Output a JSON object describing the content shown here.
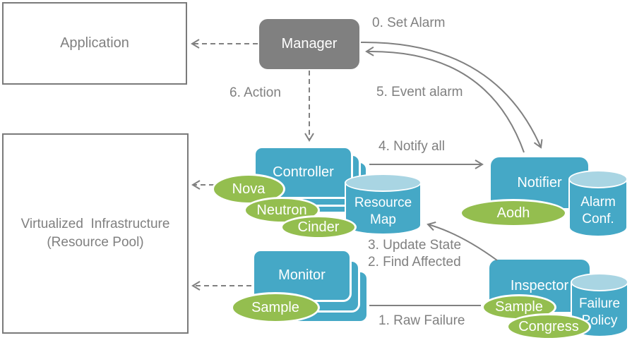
{
  "palette": {
    "teal": "#45a8c6",
    "teal_light": "#a9d5e3",
    "green": "#94be4f",
    "gray": "#808080",
    "border_gray": "#7a7a7a"
  },
  "boxes": {
    "application": {
      "label": "Application"
    },
    "virtualized_infrastructure": {
      "line1": "Virtualized  Infrastructure",
      "line2": "(Resource Pool)"
    },
    "manager": {
      "label": "Manager"
    },
    "controller": {
      "label": "Controller"
    },
    "monitor": {
      "label": "Monitor"
    },
    "notifier": {
      "label": "Notifier"
    },
    "inspector": {
      "label": "Inspector"
    }
  },
  "datastores": {
    "resource_map": {
      "line1": "Resource",
      "line2": "Map"
    },
    "alarm_conf": {
      "line1": "Alarm",
      "line2": "Conf."
    },
    "failure_policy": {
      "line1": "Failure",
      "line2": "Policy"
    }
  },
  "plugins": {
    "nova": {
      "label": "Nova"
    },
    "neutron": {
      "label": "Neutron"
    },
    "cinder": {
      "label": "Cinder"
    },
    "aodh": {
      "label": "Aodh"
    },
    "sample_monitor": {
      "label": "Sample"
    },
    "sample_inspector": {
      "label": "Sample"
    },
    "congress": {
      "label": "Congress"
    }
  },
  "flow_labels": {
    "set_alarm": "0. Set Alarm",
    "raw_failure": "1. Raw Failure",
    "find_affected": "2. Find Affected",
    "update_state": "3. Update State",
    "notify_all": "4. Notify all",
    "event_alarm": "5. Event alarm",
    "action": "6. Action"
  }
}
